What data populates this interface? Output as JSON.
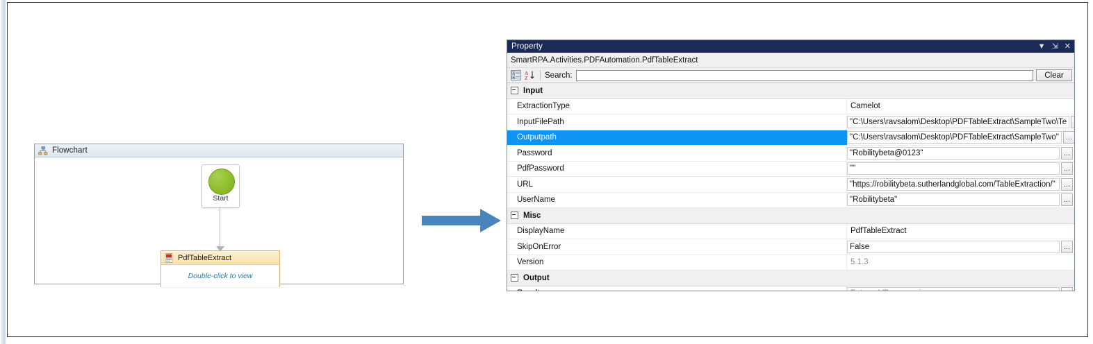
{
  "flowchart": {
    "header_title": "Flowchart",
    "header_icon": "flowchart-icon",
    "start_node": {
      "label": "Start",
      "shape": "green-circle"
    },
    "activity_node": {
      "title": "PdfTableExtract",
      "icon": "pdf-icon",
      "hint": "Double-click to view"
    }
  },
  "arrow": {
    "name": "blue-right-arrow",
    "color": "#4a84bd"
  },
  "property_window": {
    "title": "Property",
    "title_buttons": [
      {
        "name": "dropdown-icon",
        "glyph": "▼"
      },
      {
        "name": "pin-icon",
        "glyph": "⇲"
      },
      {
        "name": "close-icon",
        "glyph": "✕"
      }
    ],
    "subtitle": "SmartRPA.Activities.PDFAutomation.PdfTableExtract",
    "toolbar": {
      "categorized_icon": "categorized-view-icon",
      "alphabetical_icon": "alphabetical-sort-icon",
      "search_label": "Search:",
      "search_value": "",
      "search_placeholder": "",
      "clear_label": "Clear"
    },
    "selection_color": "#0d93f2",
    "grid": [
      {
        "kind": "category",
        "name": "Input"
      },
      {
        "kind": "property",
        "name": "ExtractionType",
        "value": "Camelot",
        "editor": "plain",
        "selected": false
      },
      {
        "kind": "property",
        "name": "InputFilePath",
        "value": "\"C:\\Users\\ravsalom\\Desktop\\PDFTableExtract\\SampleTwo\\Te",
        "editor": "textbox",
        "ellipsis": true,
        "selected": false
      },
      {
        "kind": "property",
        "name": "Outputpath",
        "value": "\"C:\\Users\\ravsalom\\Desktop\\PDFTableExtract\\SampleTwo\"",
        "editor": "textbox",
        "ellipsis": true,
        "selected": true
      },
      {
        "kind": "property",
        "name": "Password",
        "value": "\"Robilitybeta@0123\"",
        "editor": "textbox",
        "ellipsis": true,
        "selected": false
      },
      {
        "kind": "property",
        "name": "PdfPassword",
        "value": "\"\"",
        "editor": "textbox",
        "ellipsis": true,
        "selected": false
      },
      {
        "kind": "property",
        "name": "URL",
        "value": "\"https://robilitybeta.sutherlandglobal.com/TableExtraction/\"",
        "editor": "textbox",
        "ellipsis": true,
        "selected": false
      },
      {
        "kind": "property",
        "name": "UserName",
        "value": "\"Robilitybeta\"",
        "editor": "textbox",
        "ellipsis": true,
        "selected": false
      },
      {
        "kind": "category",
        "name": "Misc"
      },
      {
        "kind": "property",
        "name": "DisplayName",
        "value": "PdfTableExtract",
        "editor": "plain",
        "selected": false
      },
      {
        "kind": "property",
        "name": "SkipOnError",
        "value": "False",
        "editor": "textbox",
        "ellipsis": true,
        "selected": false
      },
      {
        "kind": "property",
        "name": "Version",
        "value": "5.1.3",
        "editor": "plain-muted",
        "selected": false
      },
      {
        "kind": "category",
        "name": "Output"
      },
      {
        "kind": "property",
        "name": "Result",
        "value": "Enter a VB expression",
        "editor": "placeholder",
        "ellipsis": true,
        "selected": false
      }
    ]
  }
}
